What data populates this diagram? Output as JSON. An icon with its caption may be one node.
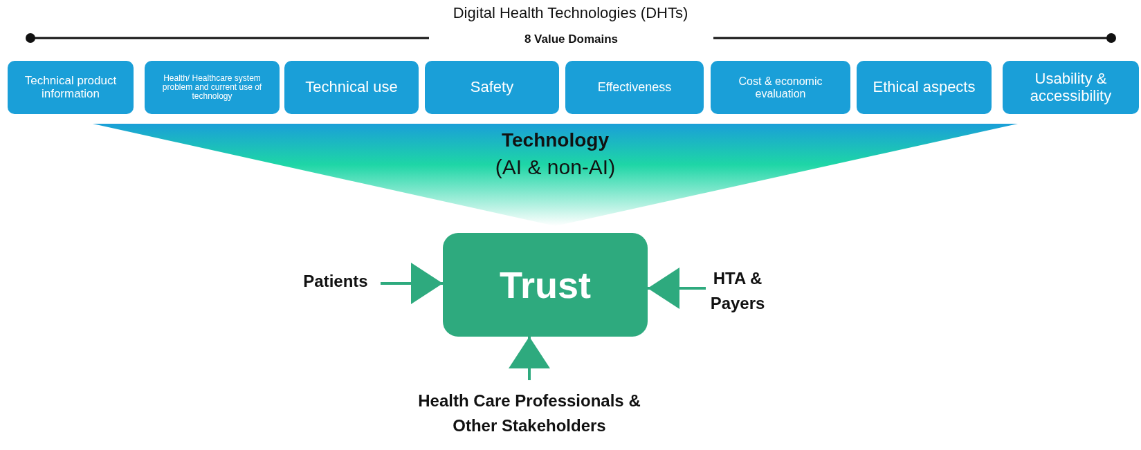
{
  "diagram": {
    "title": "Digital Health Technologies (DHTs)",
    "nodes": [
      {
        "text": [
          "Technical product information"
        ]
      },
      {
        "text": [
          "Health/ Healthcare system problem and current use of technology"
        ]
      },
      {
        "text": [
          "Technical use"
        ]
      },
      {
        "text": [
          "Safety"
        ]
      },
      {
        "text": [
          "Effectiveness"
        ]
      },
      {
        "text": [
          "Cost & economic evaluation"
        ]
      },
      {
        "text": [
          "Ethical aspects"
        ]
      },
      {
        "text": [
          "Usability & accessibility"
        ]
      },
      {
        "text": [
          "Technology",
          "(AI & non-AI)"
        ]
      },
      {
        "text": [
          "Trust"
        ]
      },
      {
        "text": [
          "Patients"
        ]
      },
      {
        "text": [
          "HTA & Payers"
        ]
      },
      {
        "text": [
          "Health Care Professionals & Other Stakeholders"
        ]
      }
    ],
    "edges": [
      {
        "from": 10,
        "to": 9,
        "arrow": "to"
      },
      {
        "from": 11,
        "to": 9,
        "arrow": "to"
      },
      {
        "from": 12,
        "to": 9,
        "arrow": "to"
      }
    ],
    "labels": [
      "8 Value Domains"
    ]
  }
}
